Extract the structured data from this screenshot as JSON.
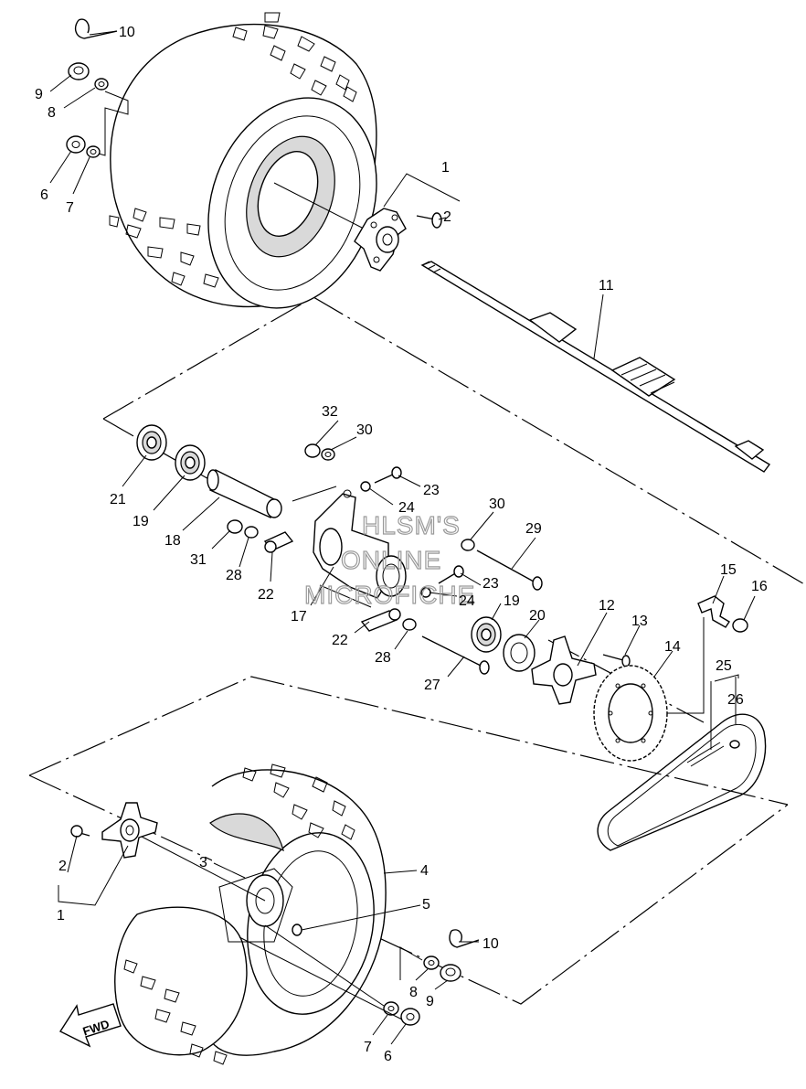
{
  "watermark": {
    "line1": "HLSM'S",
    "line2": "ONLINE",
    "line3": "MICROFICHE"
  },
  "fwd_arrow": {
    "label": "FWD"
  },
  "callouts": {
    "c1_top": "1",
    "c2_top": "2",
    "c6_top": "6",
    "c7_top": "7",
    "c8_top": "8",
    "c9_top": "9",
    "c10_top": "10",
    "c11": "11",
    "c12": "12",
    "c13": "13",
    "c14": "14",
    "c15": "15",
    "c16": "16",
    "c17": "17",
    "c18": "18",
    "c19_left": "19",
    "c19_right": "19",
    "c20": "20",
    "c21": "21",
    "c22_upper": "22",
    "c22_lower": "22",
    "c23_upper": "23",
    "c23_lower": "23",
    "c24_upper": "24",
    "c24_lower": "24",
    "c25": "25",
    "c26": "26",
    "c27": "27",
    "c28_upper": "28",
    "c28_lower": "28",
    "c29": "29",
    "c30_upper": "30",
    "c30_lower": "30",
    "c31": "31",
    "c32": "32",
    "c1_bottom": "1",
    "c2_bottom": "2",
    "c3": "3",
    "c4": "4",
    "c5": "5",
    "c6_bottom": "6",
    "c7_bottom": "7",
    "c8_bottom": "8",
    "c9_bottom": "9",
    "c10_bottom": "10"
  }
}
